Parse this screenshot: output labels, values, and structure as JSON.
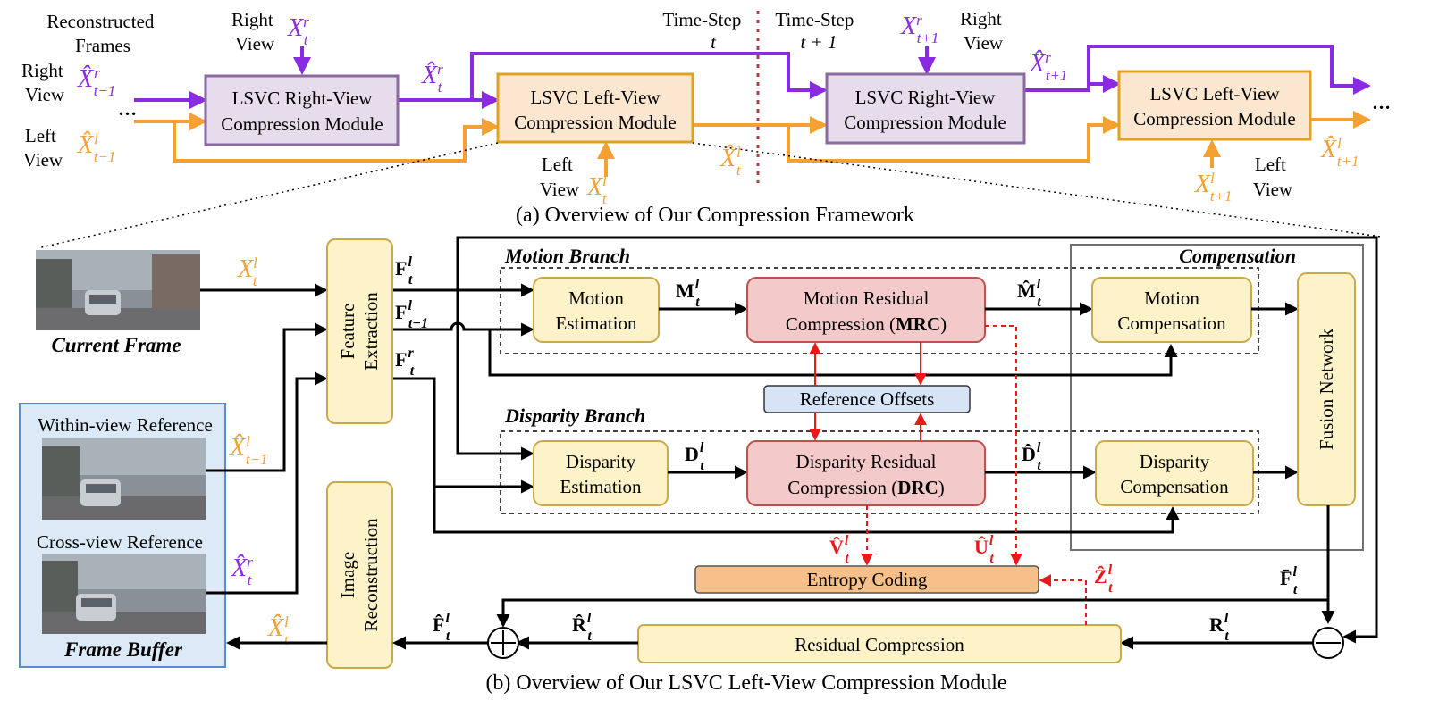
{
  "colors": {
    "purple": "#8a2be2",
    "orange": "#f5a033",
    "red": "#e8191b",
    "box_purple_fill": "#e6dceb",
    "box_purple_stroke": "#8a6aa0",
    "box_orange_fill": "#fbe7cf",
    "box_orange_stroke": "#e0a020",
    "box_yellow_fill": "#fdf2c8",
    "box_yellow_stroke": "#c9a94a",
    "box_pink_fill": "#f4c9c9",
    "box_pink_stroke": "#c0504d",
    "box_blue_fill": "#d6e4f5",
    "box_entropy_fill": "#f7c08a",
    "frame_buffer_fill": "#dce9f7",
    "frame_buffer_stroke": "#5b8ccf"
  },
  "part_a": {
    "caption": "(a) Overview of Our Compression Framework",
    "reconstructed_frames": [
      "Reconstructed",
      "Frames"
    ],
    "right_view": [
      "Right",
      "View"
    ],
    "left_view": [
      "Left",
      "View"
    ],
    "ellipsis": "…",
    "time_step_t": [
      "Time-Step",
      "t"
    ],
    "time_step_t1": [
      "Time-Step",
      "t + 1"
    ],
    "right_module": [
      "LSVC Right-View",
      "Compression Module"
    ],
    "left_module": [
      "LSVC Left-View",
      "Compression Module"
    ],
    "sym_X": "X",
    "sym_Xhat": "X̂",
    "sup_r": "r",
    "sup_l": "l",
    "sub_t": "t",
    "sub_tm1": "t−1",
    "sub_tp1": "t+1"
  },
  "part_b": {
    "caption": "(b) Overview of Our LSVC Left-View Compression Module",
    "current_frame": "Current  Frame",
    "frame_buffer": "Frame Buffer",
    "within_view": "Within-view Reference",
    "cross_view": "Cross-view Reference",
    "feature_extraction": [
      "Feature",
      "Extraction"
    ],
    "image_reconstruction": [
      "Image",
      "Reconstruction"
    ],
    "motion_branch": "Motion Branch",
    "disparity_branch": "Disparity Branch",
    "compensation": "Compensation",
    "motion_estimation": [
      "Motion",
      "Estimation"
    ],
    "disparity_estimation": [
      "Disparity",
      "Estimation"
    ],
    "mrc": [
      "Motion Residual",
      "Compression (",
      "MRC",
      ")"
    ],
    "drc": [
      "Disparity Residual",
      "Compression (",
      "DRC",
      ")"
    ],
    "reference_offsets": "Reference Offsets",
    "motion_compensation": [
      "Motion",
      "Compensation"
    ],
    "disparity_compensation": [
      "Disparity",
      "Compensation"
    ],
    "fusion_network": "Fusion Network",
    "entropy_coding": "Entropy Coding",
    "residual_compression": "Residual Compression",
    "sym_F": "F",
    "sym_Fhat": "F̂",
    "sym_Fbar": "F̄",
    "sym_M": "M",
    "sym_Mhat": "M̂",
    "sym_D": "D",
    "sym_Dhat": "D̂",
    "sym_V": "V̂",
    "sym_U": "Û",
    "sym_Z": "Ẑ",
    "sym_R": "R",
    "sym_Rhat": "R̂",
    "sup_l": "l",
    "sup_r": "r",
    "sub_t": "t",
    "sub_tm1": "t−1"
  }
}
